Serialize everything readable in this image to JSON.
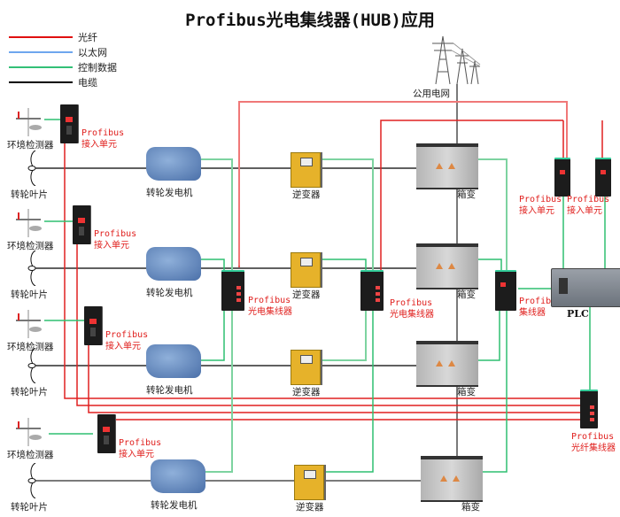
{
  "title": "Profibus光电集线器(HUB)应用",
  "legend": [
    {
      "label": "光纤",
      "color": "#e01010"
    },
    {
      "label": "以太网",
      "color": "#6ea6ee"
    },
    {
      "label": "控制数据",
      "color": "#33c077"
    },
    {
      "label": "电缆",
      "color": "#000000"
    }
  ],
  "colors": {
    "fiber": "#e02020",
    "fiber_light": "#f07878",
    "control": "#2fbf70",
    "cable": "#000000",
    "grid_cable": "#7a7a7a",
    "device_label": "#e0201e"
  },
  "grid": {
    "label": "公用电网"
  },
  "rows": [
    {
      "env_label": "环境检测器",
      "unit_label": [
        "Profibus",
        "接入单元"
      ],
      "blade_label": "转轮叶片",
      "generator_label": "转轮发电机",
      "inverter_label": "逆变器",
      "box_label": "箱变"
    },
    {
      "env_label": "环境检测器",
      "unit_label": [
        "Profibus",
        "接入单元"
      ],
      "blade_label": "转轮叶片",
      "generator_label": "转轮发电机",
      "inverter_label": "逆变器",
      "box_label": "箱变"
    },
    {
      "env_label": "环境检测器",
      "unit_label": [
        "Profibus",
        "接入单元"
      ],
      "blade_label": "转轮叶片",
      "generator_label": "转轮发电机",
      "inverter_label": "逆变器",
      "box_label": "箱变"
    },
    {
      "env_label": "环境检测器",
      "unit_label": [
        "Profibus",
        "接入单元"
      ],
      "blade_label": "转轮叶片",
      "generator_label": "转轮发电机",
      "inverter_label": "逆变器",
      "box_label": "箱变"
    }
  ],
  "hubs": {
    "hub1": [
      "Profibus",
      "光电集线器"
    ],
    "hub2": [
      "Profibus",
      "光电集线器"
    ],
    "hub3": [
      "Profibus",
      "集线器"
    ],
    "fiber_hub": [
      "Profibus",
      "光纤集线器"
    ],
    "plc_unit1": [
      "Profibus",
      "接入单元"
    ],
    "plc_unit2": [
      "Profibus",
      "接入单元"
    ]
  },
  "plc": {
    "label": "PLC"
  }
}
